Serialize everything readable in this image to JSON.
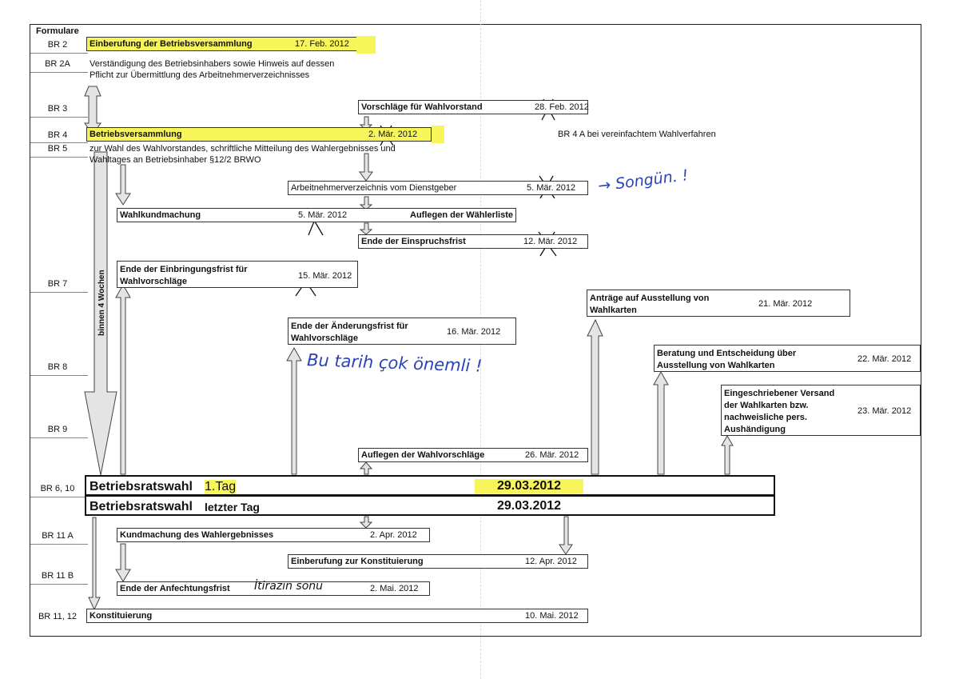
{
  "header": {
    "title": "Formulare"
  },
  "rows": [
    {
      "code": "BR 2"
    },
    {
      "code": "BR 2A"
    },
    {
      "code": "BR 3"
    },
    {
      "code": "BR 4"
    },
    {
      "code": "BR 5"
    },
    {
      "code": "BR 7"
    },
    {
      "code": "BR 8"
    },
    {
      "code": "BR 9"
    },
    {
      "code": "BR 6, 10"
    },
    {
      "code": "BR 11 A"
    },
    {
      "code": "BR 11 B"
    },
    {
      "code": "BR 11, 12"
    }
  ],
  "br2": {
    "label": "Einberufung der Betriebsversammlung",
    "date": "17. Feb. 2012"
  },
  "br2a": {
    "line1": "Verständigung des Betriebsinhabers sowie Hinweis auf dessen",
    "line2": "Pflicht zur Übermittlung des Arbeitnehmerverzeichnisses"
  },
  "br3": {
    "label": "Vorschläge für Wahlvorstand",
    "date": "28. Feb. 2012"
  },
  "br4": {
    "label": "Betriebsversammlung",
    "date": "2. Mär. 2012",
    "note": "BR 4 A  bei vereinfachtem Wahlverfahren"
  },
  "br5": {
    "line1": "zur Wahl des Wahlvorstandes, schriftliche Mitteilung des Wahlergebnisses und",
    "line2": "Wahltages an Betriebsinhaber §12/2 BRWO"
  },
  "arbeitnehmer": {
    "label": "Arbeitnehmerverzeichnis vom Dienstgeber",
    "date": "5. Mär. 2012"
  },
  "kundmachung": {
    "label": "Wahlkundmachung",
    "date": "5. Mär. 2012",
    "right": "Auflegen der Wählerliste"
  },
  "einspruch": {
    "label": "Ende der Einspruchsfrist",
    "date": "12. Mär. 2012"
  },
  "einbringung": {
    "line1": "Ende der Einbringungsfrist für",
    "line2": "Wahlvorschläge",
    "date": "15. Mär. 2012"
  },
  "antraege": {
    "line1": "Anträge auf Ausstellung von",
    "line2": "Wahlkarten",
    "date": "21. Mär. 2012"
  },
  "aenderung": {
    "line1": "Ende der Änderungsfrist für",
    "line2": "Wahlvorschläge",
    "date": "16. Mär. 2012"
  },
  "beratung": {
    "line1": "Beratung und Entscheidung über",
    "line2": "Ausstellung von Wahlkarten",
    "date": "22. Mär. 2012"
  },
  "versand": {
    "line1": "Eingeschriebener Versand",
    "line2": "der Wahlkarten bzw.",
    "line3": "nachweisliche pers.",
    "line4": "Aushändigung",
    "date": "23. Mär. 2012"
  },
  "auflegen": {
    "label": "Auflegen der Wahlvorschläge",
    "date": "26. Mär. 2012"
  },
  "wahl1": {
    "label": "Betriebsratswahl",
    "suffix": "1.Tag",
    "date": "29.03.2012"
  },
  "wahl2": {
    "label": "Betriebsratswahl",
    "suffix": "letzter Tag",
    "date": "29.03.2012"
  },
  "ergebnis": {
    "label": "Kundmachung des Wahlergebnisses",
    "date": "2. Apr. 2012"
  },
  "konst_einb": {
    "label": "Einberufung zur Konstituierung",
    "date": "12. Apr. 2012"
  },
  "anfechtung": {
    "label": "Ende der Anfechtungsfrist",
    "date": "2. Mai. 2012"
  },
  "konst": {
    "label": "Konstituierung",
    "date": "10. Mai. 2012"
  },
  "arrow_label": "binnen 4 Wochen",
  "handwriting": {
    "songun": "→ Songün. !",
    "tarih": "Bu tarih çok önemli !",
    "itiraz": "İtirazın sonu"
  },
  "colors": {
    "highlight": "#f7f55a",
    "ink": "#2a44b8"
  }
}
